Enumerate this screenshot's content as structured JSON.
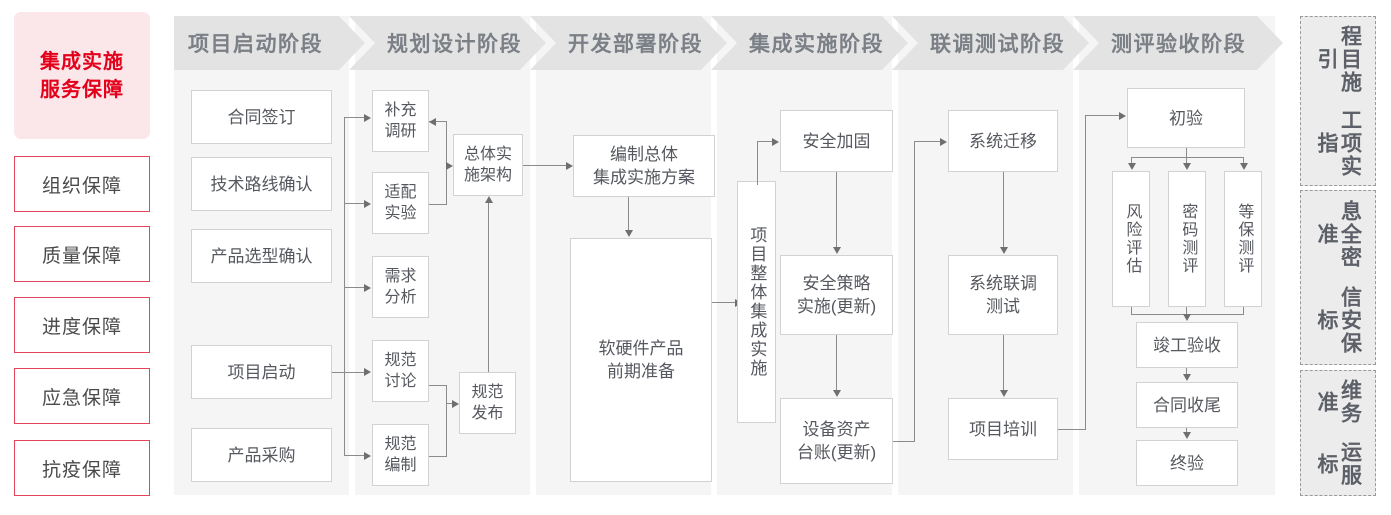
{
  "colors": {
    "accent_red": "#e3001b",
    "accent_red_border": "#e2455c",
    "title_bg": "#fbe6ea",
    "stage_head_bg": "#e3e3e3",
    "stage_body_bg": "#f5f5f5",
    "node_border": "#d2d2d2",
    "node_text": "#55585e",
    "std_bg": "#ececec",
    "std_border": "#9a9a9a"
  },
  "sidebar": {
    "title": "集成实施\n服务保障",
    "title_line1": "集成实施",
    "title_line2": "服务保障",
    "items": [
      {
        "label": "组织保障"
      },
      {
        "label": "质量保障"
      },
      {
        "label": "进度保障"
      },
      {
        "label": "应急保障"
      },
      {
        "label": "抗疫保障"
      }
    ]
  },
  "stages": [
    {
      "id": "stage-1",
      "title": "项目启动阶段",
      "nodes": [
        {
          "id": "n-hetongqianding",
          "label": "合同签订"
        },
        {
          "id": "n-jishuluxian",
          "label": "技术路线确认"
        },
        {
          "id": "n-chanpinxuanxing",
          "label": "产品选型确认"
        },
        {
          "id": "n-xiangmuqidong",
          "label": "项目启动"
        },
        {
          "id": "n-chanpincaigou",
          "label": "产品采购"
        }
      ]
    },
    {
      "id": "stage-2",
      "title": "规划设计阶段",
      "nodes": [
        {
          "id": "n-buchongdiaoyan",
          "label": "补充\n调研",
          "l1": "补充",
          "l2": "调研"
        },
        {
          "id": "n-shipeishiyan",
          "label": "适配\n实验",
          "l1": "适配",
          "l2": "实验"
        },
        {
          "id": "n-xuqiufenxi",
          "label": "需求\n分析",
          "l1": "需求",
          "l2": "分析"
        },
        {
          "id": "n-guifantaolun",
          "label": "规范\n讨论",
          "l1": "规范",
          "l2": "讨论"
        },
        {
          "id": "n-guifanbianzhi",
          "label": "规范\n编制",
          "l1": "规范",
          "l2": "编制"
        },
        {
          "id": "n-zongtishishi",
          "label": "总体实\n施架构",
          "l1": "总体实",
          "l2": "施架构"
        },
        {
          "id": "n-guifanfabu",
          "label": "规范\n发布",
          "l1": "规范",
          "l2": "发布"
        }
      ]
    },
    {
      "id": "stage-3",
      "title": "开发部署阶段",
      "nodes": [
        {
          "id": "n-bianzhizongti",
          "label": "编制总体\n集成实施方案",
          "l1": "编制总体",
          "l2": "集成实施方案"
        },
        {
          "id": "n-ruanyingjian",
          "label": "软硬件产品\n前期准备",
          "l1": "软硬件产品",
          "l2": "前期准备"
        }
      ]
    },
    {
      "id": "stage-4",
      "title": "集成实施阶段",
      "nodes": [
        {
          "id": "n-xiangmuzhengti",
          "label": "项目整体集成实施"
        },
        {
          "id": "n-anquanjiagu",
          "label": "安全加固"
        },
        {
          "id": "n-anquancelue",
          "label": "安全策略\n实施(更新)",
          "l1": "安全策略",
          "l2": "实施(更新)"
        },
        {
          "id": "n-shebeizichan",
          "label": "设备资产\n台账(更新)",
          "l1": "设备资产",
          "l2": "台账(更新)"
        }
      ]
    },
    {
      "id": "stage-5",
      "title": "联调测试阶段",
      "nodes": [
        {
          "id": "n-xitongqianyi",
          "label": "系统迁移"
        },
        {
          "id": "n-xitongliandiao",
          "label": "系统联调\n测试",
          "l1": "系统联调",
          "l2": "测试"
        },
        {
          "id": "n-xiangmupeixun",
          "label": "项目培训"
        }
      ]
    },
    {
      "id": "stage-6",
      "title": "测评验收阶段",
      "nodes": [
        {
          "id": "n-chuyan",
          "label": "初验"
        },
        {
          "id": "n-fengxianpinggu",
          "label": "风险评估"
        },
        {
          "id": "n-mimaceping",
          "label": "密码测评"
        },
        {
          "id": "n-dengbaoceping",
          "label": "等保测评"
        },
        {
          "id": "n-jungongyanshou",
          "label": "竣工验收"
        },
        {
          "id": "n-hetongshouwei",
          "label": "合同收尾"
        },
        {
          "id": "n-zhongyan",
          "label": "终验"
        }
      ]
    }
  ],
  "standards": [
    {
      "id": "std-1",
      "label": "工程项目实施指引",
      "col_right": "程目施引",
      "col_left": "工项实指"
    },
    {
      "id": "std-2",
      "label": "信息安全保密标准",
      "col_right": "息全密准",
      "col_left": "信安保标"
    },
    {
      "id": "std-3",
      "label": "运维服务标准",
      "col_right": "维务准",
      "col_left": "运服标"
    }
  ]
}
